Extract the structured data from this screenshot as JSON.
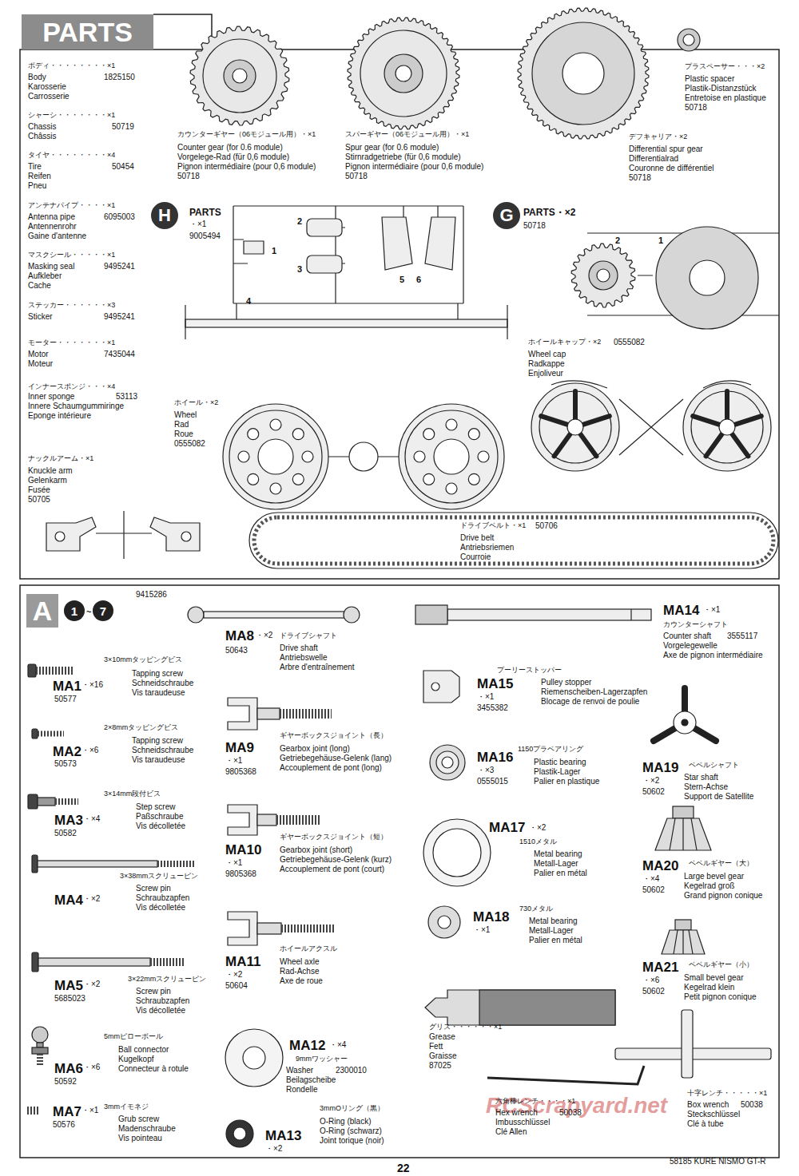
{
  "diagram": {
    "nodes": [
      {
        "text": [
          "PARTS"
        ]
      },
      {
        "text": [
          "H"
        ]
      },
      {
        "text": [
          "G"
        ]
      },
      {
        "text": [
          "A"
        ]
      },
      {
        "text": [
          "1"
        ]
      },
      {
        "text": [
          "7"
        ]
      }
    ],
    "labels": [
      "ボディ・・・・・・・・×1",
      "Body",
      "Karosserie",
      "Carrosserie",
      "1825150",
      "シャーシ・・・・・・・×1",
      "Chassis",
      "Châssis",
      "50719",
      "タイヤ・・・・・・・・×4",
      "Tire",
      "Reifen",
      "Pneu",
      "50454",
      "アンテナパイプ・・・・×1",
      "Antenna pipe",
      "Antennenrohr",
      "Gaine d'antenne",
      "6095003",
      "マスクシール・・・・・×1",
      "Masking seal",
      "Aufkleber",
      "Cache",
      "9495241",
      "ステッカー・・・・・・×3",
      "Sticker",
      "9495241",
      "モーター・・・・・・・×1",
      "Motor",
      "Moteur",
      "7435044",
      "インナースポンジ・・・×4",
      "Inner sponge",
      "Innere Schaumgummiringe",
      "Eponge intérieure",
      "53113",
      "ナックルアーム・×1",
      "Knuckle arm",
      "Gelenkarm",
      "Fusée",
      "50705",
      "カウンターギヤー（06モジュール用）・×1",
      "Counter gear (for 0.6 module)",
      "Vorgelege-Rad (für 0,6 module)",
      "Pignon intermédiaire (pour 0,6 module)",
      "50718",
      "スパーギヤー（06モジュール用）・×1",
      "Spur gear (for 0.6 module)",
      "Stirnradgetriebe (für 0,6 module)",
      "Pignon intermédiaire (pour 0,6 module)",
      "50718",
      "デフキャリア・×2",
      "Differential spur gear",
      "Differentialrad",
      "Couronne de différentiel",
      "50718",
      "プラスペーサー・・・×2",
      "Plastic spacer",
      "Plastik-Distanzstück",
      "Entretoise en plastique",
      "50718",
      "PARTS",
      "・×1",
      "9005494",
      "1",
      "2",
      "3",
      "4",
      "5",
      "6",
      "PARTS・×2",
      "50718",
      "2",
      "1",
      "ホイールキャップ・×2",
      "0555082",
      "Wheel cap",
      "Radkappe",
      "Enjoliveur",
      "ホイール・×2",
      "Wheel",
      "Rad",
      "Roue",
      "0555082",
      "ドライブベルト・×1",
      "50706",
      "Drive belt",
      "Antriebsriemen",
      "Courroie",
      "9415286",
      "~",
      "3×10mmタッピングビス",
      "Tapping screw",
      "Schneidschraube",
      "Vis taraudeuse",
      "MA1",
      "・×16",
      "50577",
      "2×8mmタッピングビス",
      "Tapping screw",
      "Schneidschraube",
      "Vis taraudeuse",
      "MA2",
      "・×6",
      "50573",
      "3×14mm段付ビス",
      "Step screw",
      "Paßschraube",
      "Vis décolletée",
      "MA3",
      "・×4",
      "50582",
      "3×38mmスクリューピン",
      "Screw pin",
      "Schraubzapfen",
      "Vis décolletée",
      "MA4",
      "・×2",
      "3×22mmスクリューピン",
      "Screw pin",
      "Schraubzapfen",
      "Vis décolletée",
      "MA5",
      "・×2",
      "5685023",
      "5mmピローボール",
      "Ball connector",
      "Kugelkopf",
      "Connecteur à rotule",
      "MA6",
      "・×6",
      "50592",
      "3mmイモネジ",
      "Grub screw",
      "Madenschraube",
      "Vis pointeau",
      "MA7",
      "・×1",
      "50576",
      "MA8",
      "・×2",
      "50643",
      "ドライブシャフト",
      "Drive shaft",
      "Antriebswelle",
      "Arbre d'entraînement",
      "MA9",
      "・×1",
      "9805368",
      "ギヤーボックスジョイント（長）",
      "Gearbox joint (long)",
      "Getriebegehäuse-Gelenk (lang)",
      "Accouplement de pont (long)",
      "MA10",
      "・×1",
      "9805368",
      "ギヤーボックスジョイント（短）",
      "Gearbox joint (short)",
      "Getriebegehäuse-Gelenk (kurz)",
      "Accouplement de pont (court)",
      "MA11",
      "・×2",
      "50604",
      "ホイールアクスル",
      "Wheel axle",
      "Rad-Achse",
      "Axe de roue",
      "MA12",
      "・×4",
      "9mmワッシャー",
      "Washer",
      "Beilagscheibe",
      "Rondelle",
      "2300010",
      "MA13",
      "・×2",
      "3mmOリング（黒）",
      "O-Ring (black)",
      "O-Ring (schwarz)",
      "Joint torique (noir)",
      "プーリーストッパー",
      "Pulley stopper",
      "Riemenscheiben-Lagerzapfen",
      "Blocage de renvoi de poulie",
      "MA15",
      "・×1",
      "3455382",
      "MA16",
      "・×3",
      "0555015",
      "1150プラベアリング",
      "Plastic bearing",
      "Plastik-Lager",
      "Palier en plastique",
      "MA17",
      "・×2",
      "1510メタル",
      "Metal bearing",
      "Metall-Lager",
      "Palier en métal",
      "MA18",
      "・×1",
      "730メタル",
      "Metal bearing",
      "Metall-Lager",
      "Palier en métal",
      "グリス・・・・・・×1",
      "Grease",
      "Fett",
      "Graisse",
      "87025",
      "六角棒レンチ・・・・×1",
      "Hex wrench",
      "Imbusschlüssel",
      "Clé Allen",
      "50038",
      "MA14",
      "・×1",
      "カウンターシャフト",
      "Counter shaft",
      "Vorgelegewelle",
      "Axe de pignon intermédiaire",
      "3555117",
      "MA19",
      "・×2",
      "50602",
      "ベベルシャフト",
      "Star shaft",
      "Stern-Achse",
      "Support de Satellite",
      "MA20",
      "・×4",
      "50602",
      "ベベルギヤー（大）",
      "Large bevel gear",
      "Kegelrad groß",
      "Grand pignon conique",
      "MA21",
      "・×6",
      "50602",
      "ベベルギヤー（小）",
      "Small bevel gear",
      "Kegelrad klein",
      "Petit pignon conique",
      "十字レンチ・・・・・×1",
      "Box wrench",
      "Steckschlüssel",
      "Clé à tube",
      "50038",
      "22",
      "58185 KURE NISMO GT-R",
      "RCScrapyard.net"
    ]
  }
}
